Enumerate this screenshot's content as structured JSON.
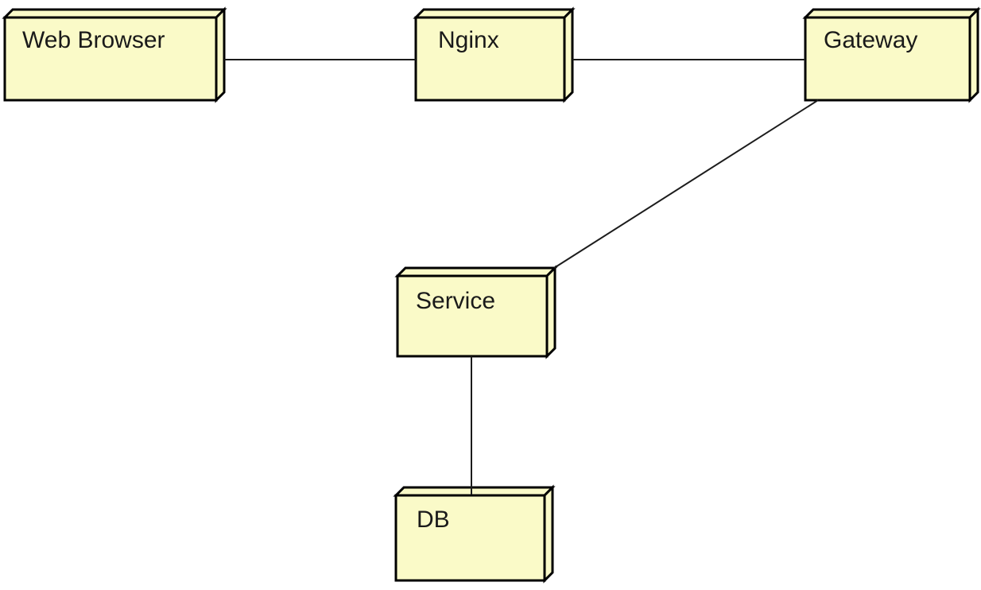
{
  "diagram": {
    "type": "uml-deployment-diagram",
    "colors": {
      "background": "#ffffff",
      "node_fill": "#fafac8",
      "node_border": "#000000",
      "connector": "#1c1c1c",
      "label_text": "#1a1a1a"
    },
    "nodes": [
      {
        "id": "web-browser",
        "label": "Web Browser"
      },
      {
        "id": "nginx",
        "label": "Nginx"
      },
      {
        "id": "gateway",
        "label": "Gateway"
      },
      {
        "id": "service",
        "label": "Service"
      },
      {
        "id": "db",
        "label": "DB"
      }
    ],
    "connections": [
      {
        "from": "web-browser",
        "to": "nginx"
      },
      {
        "from": "nginx",
        "to": "gateway"
      },
      {
        "from": "gateway",
        "to": "service"
      },
      {
        "from": "service",
        "to": "db"
      }
    ]
  }
}
